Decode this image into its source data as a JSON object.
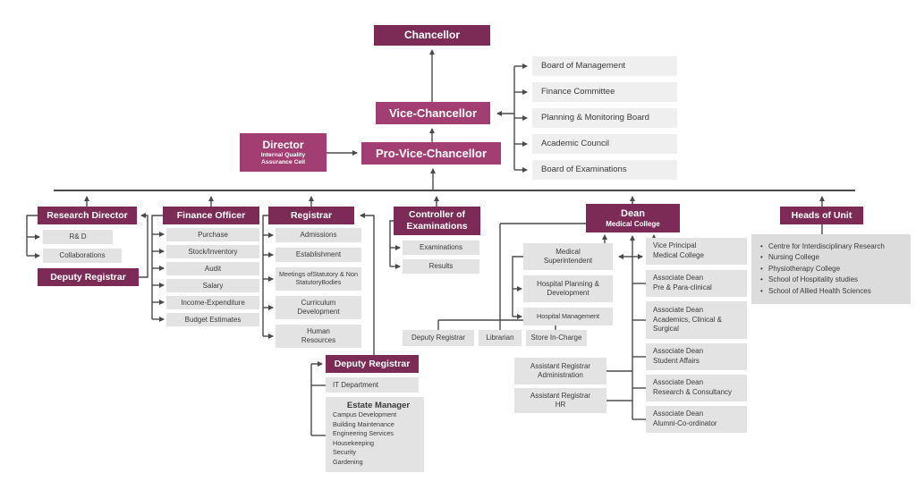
{
  "palette": {
    "plum_dark": "#7c2b57",
    "plum_light": "#a23e71",
    "gray_box": "#e3e3e3",
    "gray_light": "#efefef",
    "line_color": "#4a4a4a"
  },
  "top": {
    "chancellor": "Chancellor",
    "vice_chancellor": "Vice-Chancellor",
    "pro_vice_chancellor": "Pro-Vice-Chancellor",
    "director": {
      "title": "Director",
      "subtitle": "Internal Quality Assurance Cell"
    },
    "committees": [
      "Board of Management",
      "Finance Committee",
      "Planning & Monitoring Board",
      "Academic Council",
      "Board of Examinations"
    ]
  },
  "research": {
    "head": "Research Director",
    "items": [
      "R& D",
      "Collaborations"
    ],
    "deputy": "Deputy Registrar"
  },
  "finance": {
    "head": "Finance Officer",
    "items": [
      "Purchase",
      "Stock/Inventory",
      "Audit",
      "Salary",
      "Income-Expenditure",
      "Budget Estimates"
    ]
  },
  "registrar": {
    "head": "Registrar",
    "items": [
      "Admissions",
      "Establishment",
      "Meetings ofStatutory & Non StatutoryBodies",
      "Curriculum Development",
      "Human Resources"
    ]
  },
  "controller": {
    "head_line1": "Controller of",
    "head_line2": "Examinations",
    "items": [
      "Examinations",
      "Results"
    ]
  },
  "deputy_registrar_unit": {
    "head": "Deputy Registrar",
    "it": "IT Department",
    "estate": {
      "title": "Estate Manager",
      "lines": [
        "Campus Development",
        "Building Maintenance",
        "Engineering Services",
        "Housekeeping",
        "Security",
        "Gardening"
      ]
    }
  },
  "admin_row": [
    "Deputy Registrar",
    "Librarian",
    "Store In-Charge"
  ],
  "dean": {
    "head_line1": "Dean",
    "head_line2": "Medical College",
    "medical_superintendent": "Medical Superintendent",
    "hospital_planning": "Hospital Planning & Development",
    "hospital_management": "Hospital Management",
    "vice_principal": {
      "line1": "Vice Principal",
      "line2": "Medical College"
    },
    "associates": [
      {
        "line1": "Associate Dean",
        "line2": "Pre & Para-clinical"
      },
      {
        "line1": "Associate Dean",
        "line2": "Academics, Clinical & Surgical"
      },
      {
        "line1": "Associate Dean",
        "line2": "Student Affairs"
      },
      {
        "line1": "Associate Dean",
        "line2": "Research & Consultancy"
      },
      {
        "line1": "Associate Dean",
        "line2": "Alumni-Co-ordinator"
      }
    ],
    "assistant_admin": {
      "line1": "Assistant Registrar",
      "line2": "Administration"
    },
    "assistant_hr": {
      "line1": "Assistant Registrar",
      "line2": "HR"
    }
  },
  "heads_of_unit": {
    "head": "Heads of Unit",
    "items": [
      "Centre for Interdisciplinary Research",
      "Nursing College",
      "Physiotherapy College",
      "School of Hospitality studies",
      "School of Allied Health Sciences"
    ]
  }
}
